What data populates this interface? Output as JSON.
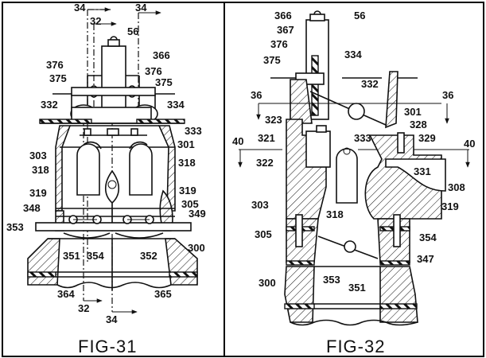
{
  "document": {
    "type": "patent-drawing-sheet",
    "figures": [
      {
        "id": "fig31",
        "caption": "FIG-31",
        "section_markers": [
          "34",
          "32",
          "34",
          "32",
          "34"
        ],
        "labels": {
          "l56": "56",
          "l366": "366",
          "l376a": "376",
          "l375a": "375",
          "l376b": "376",
          "l375b": "375",
          "l332": "332",
          "l334": "334",
          "l333": "333",
          "l301": "301",
          "l303": "303",
          "l318a": "318",
          "l318b": "318",
          "l319a": "319",
          "l319b": "319",
          "l348": "348",
          "l305": "305",
          "l349": "349",
          "l353": "353",
          "l351": "351",
          "l354": "354",
          "l352": "352",
          "l300": "300",
          "l364": "364",
          "l365": "365"
        }
      },
      {
        "id": "fig32",
        "caption": "FIG-32",
        "section_markers": [
          "36",
          "36",
          "40",
          "40"
        ],
        "labels": {
          "l366": "366",
          "l56": "56",
          "l367": "367",
          "l376": "376",
          "l375": "375",
          "l334": "334",
          "l332": "332",
          "l301": "301",
          "l328": "328",
          "l323": "323",
          "l333": "333",
          "l329": "329",
          "l321": "321",
          "l322": "322",
          "l331": "331",
          "l308": "308",
          "l303": "303",
          "l319": "319",
          "l318": "318",
          "l305": "305",
          "l354": "354",
          "l347": "347",
          "l353": "353",
          "l351": "351",
          "l300": "300"
        }
      }
    ]
  }
}
